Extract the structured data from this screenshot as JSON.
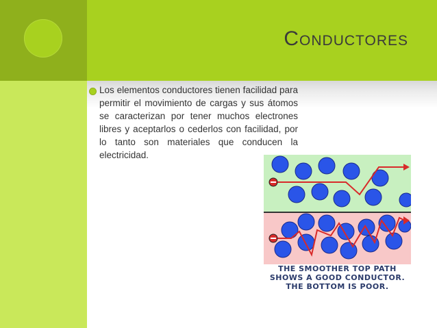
{
  "slide": {
    "title": "Conductores",
    "body": "Los elementos conductores tienen facilidad para permitir el movimiento de cargas y sus átomos se caracterizan por tener muchos electrones libres y aceptarlos o cederlos con facilidad, por lo tanto son materiales que conducen la electricidad."
  },
  "illustration": {
    "caption_lines": [
      "THE SMOOTHER TOP PATH",
      "SHOWS A GOOD CONDUCTOR.",
      "THE BOTTOM IS POOR."
    ],
    "colors": {
      "top_region": "#c8f0c0",
      "bottom_region": "#f8c8c8",
      "atom": "#2a55e8",
      "path": "#d82a2a"
    }
  },
  "theme": {
    "accent": "#a8d11f",
    "sidebar": "#c9e85a"
  }
}
